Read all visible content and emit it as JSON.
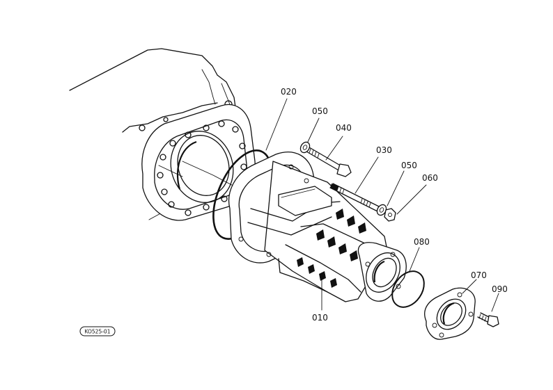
{
  "diagram": {
    "drawing_code": "KO525-01",
    "callouts": {
      "p010": "010",
      "p020": "020",
      "p030": "030",
      "p040": "040",
      "p050a": "050",
      "p050b": "050",
      "p060": "060",
      "p070": "070",
      "p080": "080",
      "p090": "090"
    }
  }
}
